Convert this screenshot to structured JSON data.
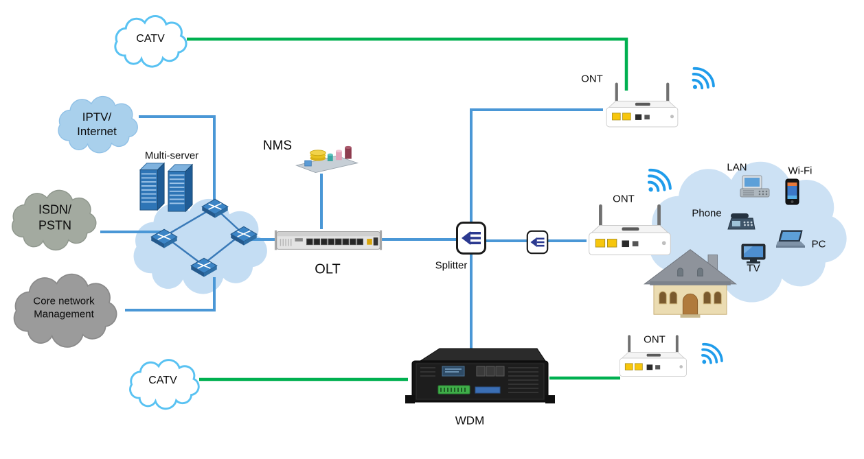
{
  "diagram": {
    "title": "GPON / FTTH network architecture diagram",
    "labels": {
      "catv_top": "CATV",
      "iptv_line1": "IPTV/",
      "iptv_line2": "Internet",
      "multi_server": "Multi-server",
      "isdn_line1": "ISDN/",
      "isdn_line2": "PSTN",
      "core_line1": "Core network",
      "core_line2": "Management",
      "nms": "NMS",
      "olt": "OLT",
      "splitter": "Splitter",
      "wdm": "WDM",
      "ont_top": "ONT",
      "ont_middle": "ONT",
      "ont_bottom": "ONT",
      "catv_bottom": "CATV",
      "lan": "LAN",
      "wifi": "Wi-Fi",
      "phone": "Phone",
      "pc": "PC",
      "tv": "TV"
    },
    "colors": {
      "fiber_blue": "#4A97D6",
      "catv_green": "#00B050",
      "splitter_navy": "#2B3990",
      "cloud_light_blue": "#C4DDF3",
      "cloud_home_blue": "#CCE1F4",
      "cloud_gray": "#9B9B9B",
      "catv_cloud_outline": "#59C2F2",
      "wifi_blue": "#1F9CEB"
    }
  }
}
